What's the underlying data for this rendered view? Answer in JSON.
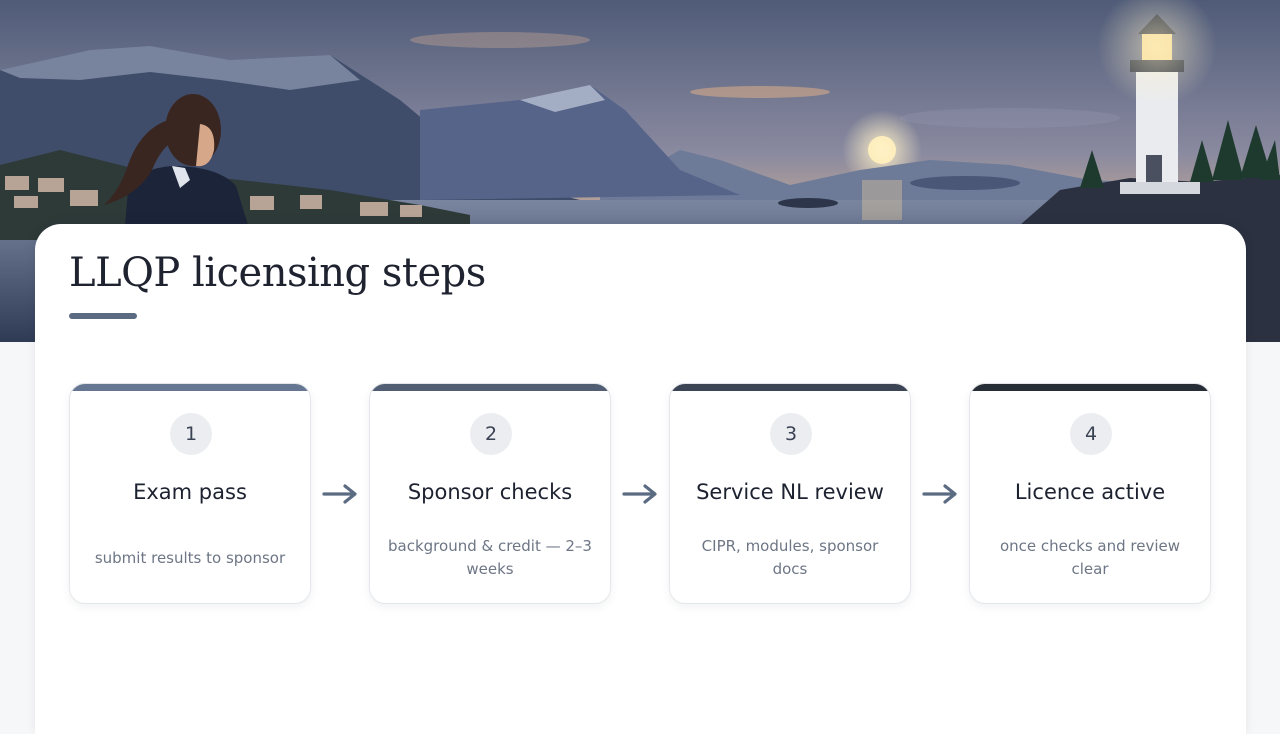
{
  "page": {
    "title": "LLQP licensing steps"
  },
  "colors": {
    "accent": "#5b6b82",
    "step_bars": [
      "#647691",
      "#505d72",
      "#3b4454",
      "#272d37"
    ],
    "arrow": "#5b6b82"
  },
  "steps": [
    {
      "number": "1",
      "title": "Exam pass",
      "description": "submit results to sponsor"
    },
    {
      "number": "2",
      "title": "Sponsor checks",
      "description": "background & credit — 2–3 weeks"
    },
    {
      "number": "3",
      "title": "Service NL review",
      "description": "CIPR, modules, sponsor docs"
    },
    {
      "number": "4",
      "title": "Licence active",
      "description": "once checks and review clear"
    }
  ],
  "icons": {
    "connector": "arrow-right-icon"
  }
}
